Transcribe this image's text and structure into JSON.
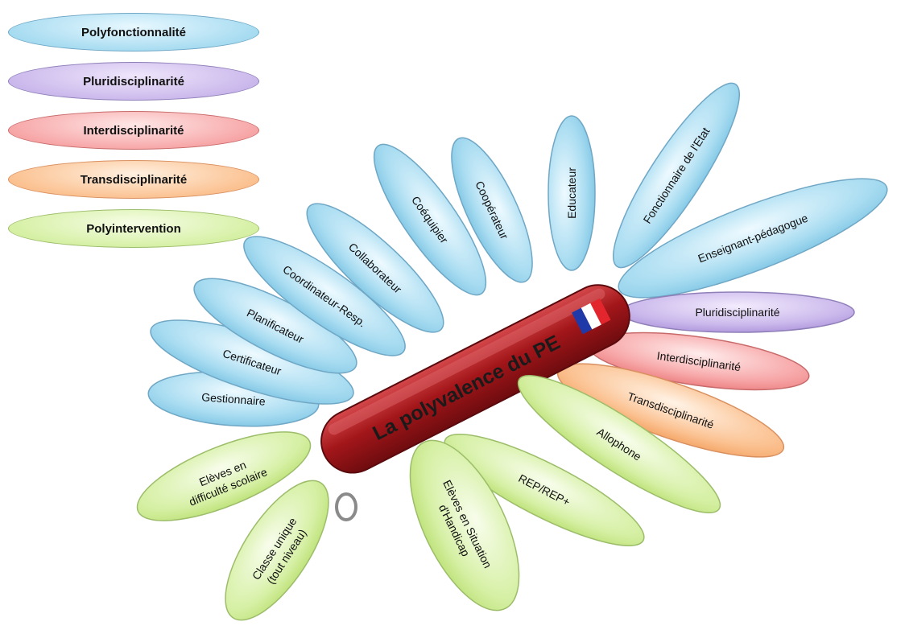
{
  "legend": [
    {
      "label": "Polyfonctionnalité",
      "color": "blue"
    },
    {
      "label": "Pluridisciplinarité",
      "color": "purple"
    },
    {
      "label": "Interdisciplinarité",
      "color": "red"
    },
    {
      "label": "Transdisciplinarité",
      "color": "orange"
    },
    {
      "label": "Polyintervention",
      "color": "green"
    }
  ],
  "knife_title": "La polyvalence du PE",
  "flag_colors": [
    "#1f3aa8",
    "#ffffff",
    "#e3262e"
  ],
  "petals": {
    "blue": [
      "Gestionnaire",
      "Certificateur",
      "Planificateur",
      "Coordinateur-Resp.",
      "Collaborateur",
      "Coéquipier",
      "Coopérateur",
      "Educateur",
      "Fonctionnaire de l'Etat",
      "Enseignant-pédagogue"
    ],
    "purple": [
      "Pluridisciplinarité"
    ],
    "red": [
      "Interdisciplinarité"
    ],
    "orange": [
      "Transdisciplinarité"
    ],
    "green": [
      "Allophone",
      "REP/REP+",
      "Elèves en Situation d'Handicap",
      "Classe unique (tout niveau)",
      "Elèves en difficulté scolaire"
    ]
  },
  "palette": {
    "blue": "#a8dcf1",
    "purple": "#cbb9ec",
    "red": "#f7a7a8",
    "orange": "#fbc292",
    "green": "#d6f0a5",
    "knife": "#a3161a"
  }
}
